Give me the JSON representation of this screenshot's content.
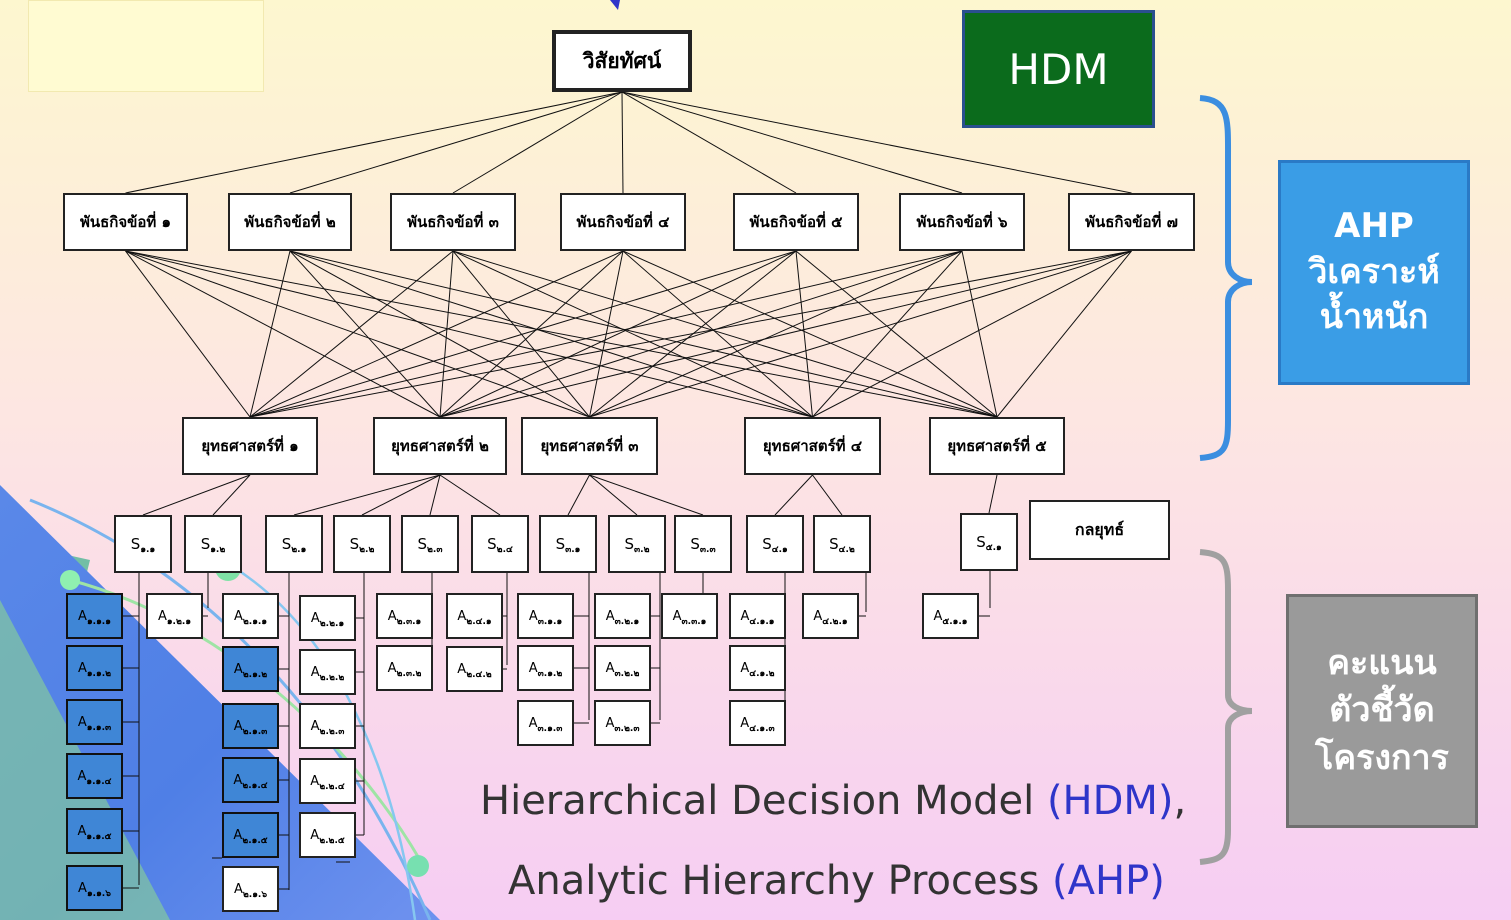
{
  "vision": "วิสัยทัศน์",
  "missions": [
    "พันธกิจข้อที่ ๑",
    "พันธกิจข้อที่ ๒",
    "พันธกิจข้อที่ ๓",
    "พันธกิจข้อที่ ๔",
    "พันธกิจข้อที่ ๕",
    "พันธกิจข้อที่ ๖",
    "พันธกิจข้อที่ ๗"
  ],
  "strategies": [
    "ยุทธศาสตร์ที่ ๑",
    "ยุทธศาสตร์ที่ ๒",
    "ยุทธศาสตร์ที่ ๓",
    "ยุทธศาสตร์ที่ ๔",
    "ยุทธศาสตร์ที่ ๕"
  ],
  "tactic_label": "กลยุทธ์",
  "tactics": [
    {
      "base": "S",
      "sub": "๑.๑"
    },
    {
      "base": "S",
      "sub": "๑.๒"
    },
    {
      "base": "S",
      "sub": "๒.๑"
    },
    {
      "base": "S",
      "sub": "๒.๒"
    },
    {
      "base": "S",
      "sub": "๒.๓"
    },
    {
      "base": "S",
      "sub": "๒.๔"
    },
    {
      "base": "S",
      "sub": "๓.๑"
    },
    {
      "base": "S",
      "sub": "๓.๒"
    },
    {
      "base": "S",
      "sub": "๓.๓"
    },
    {
      "base": "S",
      "sub": "๔.๑"
    },
    {
      "base": "S",
      "sub": "๔.๒"
    },
    {
      "base": "S",
      "sub": "๕.๑"
    }
  ],
  "indicators": [
    {
      "base": "A",
      "sub": "๑.๑.๑"
    },
    {
      "base": "A",
      "sub": "๑.๑.๒"
    },
    {
      "base": "A",
      "sub": "๑.๑.๓"
    },
    {
      "base": "A",
      "sub": "๑.๑.๔"
    },
    {
      "base": "A",
      "sub": "๑.๑.๕"
    },
    {
      "base": "A",
      "sub": "๑.๑.๖"
    },
    {
      "base": "A",
      "sub": "๑.๒.๑"
    },
    {
      "base": "A",
      "sub": "๒.๑.๑"
    },
    {
      "base": "A",
      "sub": "๒.๑.๒"
    },
    {
      "base": "A",
      "sub": "๒.๑.๓"
    },
    {
      "base": "A",
      "sub": "๒.๑.๔"
    },
    {
      "base": "A",
      "sub": "๒.๑.๕"
    },
    {
      "base": "A",
      "sub": "๒.๑.๖"
    },
    {
      "base": "A",
      "sub": "๒.๒.๑"
    },
    {
      "base": "A",
      "sub": "๒.๒.๒"
    },
    {
      "base": "A",
      "sub": "๒.๒.๓"
    },
    {
      "base": "A",
      "sub": "๒.๒.๔"
    },
    {
      "base": "A",
      "sub": "๒.๒.๕"
    },
    {
      "base": "A",
      "sub": "๒.๓.๑"
    },
    {
      "base": "A",
      "sub": "๒.๓.๒"
    },
    {
      "base": "A",
      "sub": "๒.๔.๑"
    },
    {
      "base": "A",
      "sub": "๒.๔.๒"
    },
    {
      "base": "A",
      "sub": "๓.๑.๑"
    },
    {
      "base": "A",
      "sub": "๓.๑.๒"
    },
    {
      "base": "A",
      "sub": "๓.๑.๓"
    },
    {
      "base": "A",
      "sub": "๓.๒.๑"
    },
    {
      "base": "A",
      "sub": "๓.๒.๒"
    },
    {
      "base": "A",
      "sub": "๓.๒.๓"
    },
    {
      "base": "A",
      "sub": "๓.๓.๑"
    },
    {
      "base": "A",
      "sub": "๔.๑.๑"
    },
    {
      "base": "A",
      "sub": "๔.๑.๒"
    },
    {
      "base": "A",
      "sub": "๔.๑.๓"
    },
    {
      "base": "A",
      "sub": "๔.๒.๑"
    },
    {
      "base": "A",
      "sub": "๕.๑.๑"
    }
  ],
  "hdm_label": "HDM",
  "ahp_box": {
    "line1": "AHP",
    "line2": "วิเคราะห์",
    "line3": "น้ำหนัก"
  },
  "score_box": {
    "line1": "คะแนน",
    "line2": "ตัวชี้วัด",
    "line3": "โครงการ"
  },
  "caption1": {
    "text": "Hierarchical Decision Model ",
    "abbr": "(HDM)",
    "tail": ","
  },
  "caption2": {
    "text": "Analytic Hierarchy Process ",
    "abbr": "(AHP)"
  },
  "colors": {
    "hdm_green": "#0b6b1c",
    "ahp_blue": "#3a9de6",
    "score_gray": "#9a9a9a",
    "bracket_blue": "#3b8ee0",
    "bracket_gray": "#a0a0a0",
    "accent_text": "#2f35c9"
  }
}
